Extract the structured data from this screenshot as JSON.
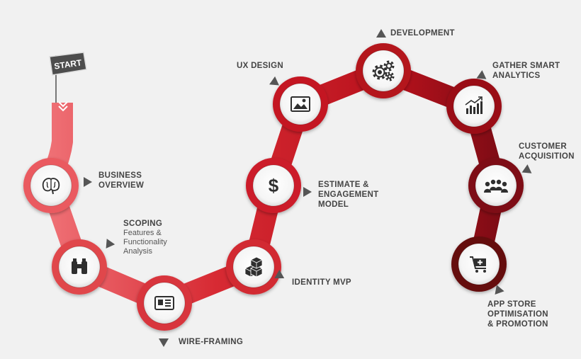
{
  "start_flag": {
    "text": "START"
  },
  "steps": [
    {
      "id": "business-overview",
      "title": "BUSINESS\nOVERVIEW",
      "subtitle": "",
      "icon": "brain-icon"
    },
    {
      "id": "scoping",
      "title": "SCOPING",
      "subtitle": "Features &\nFunctionality\nAnalysis",
      "icon": "binoculars-icon"
    },
    {
      "id": "wire-framing",
      "title": "WIRE-FRAMING",
      "subtitle": "",
      "icon": "wireframe-icon"
    },
    {
      "id": "identity-mvp",
      "title": "IDENTITY MVP",
      "subtitle": "",
      "icon": "boxes-icon"
    },
    {
      "id": "estimate-engagement",
      "title": "ESTIMATE &\nENGAGEMENT\nMODEL",
      "subtitle": "",
      "icon": "dollar-icon"
    },
    {
      "id": "ux-design",
      "title": "UX DESIGN",
      "subtitle": "",
      "icon": "image-icon"
    },
    {
      "id": "development",
      "title": "DEVELOPMENT",
      "subtitle": "",
      "icon": "gears-icon"
    },
    {
      "id": "gather-analytics",
      "title": "GATHER SMART\nANALYTICS",
      "subtitle": "",
      "icon": "bar-chart-icon"
    },
    {
      "id": "customer-acquisition",
      "title": "CUSTOMER\nACQUISITION",
      "subtitle": "",
      "icon": "people-icon"
    },
    {
      "id": "app-store",
      "title": "APP STORE\nOPTIMISATION\n& PROMOTION",
      "subtitle": "",
      "icon": "cart-icon"
    }
  ],
  "colors": {
    "start": "#ee6b6e",
    "mid": "#d42a33",
    "end": "#6e0a12",
    "arrow": "#555555",
    "label": "#444444"
  }
}
